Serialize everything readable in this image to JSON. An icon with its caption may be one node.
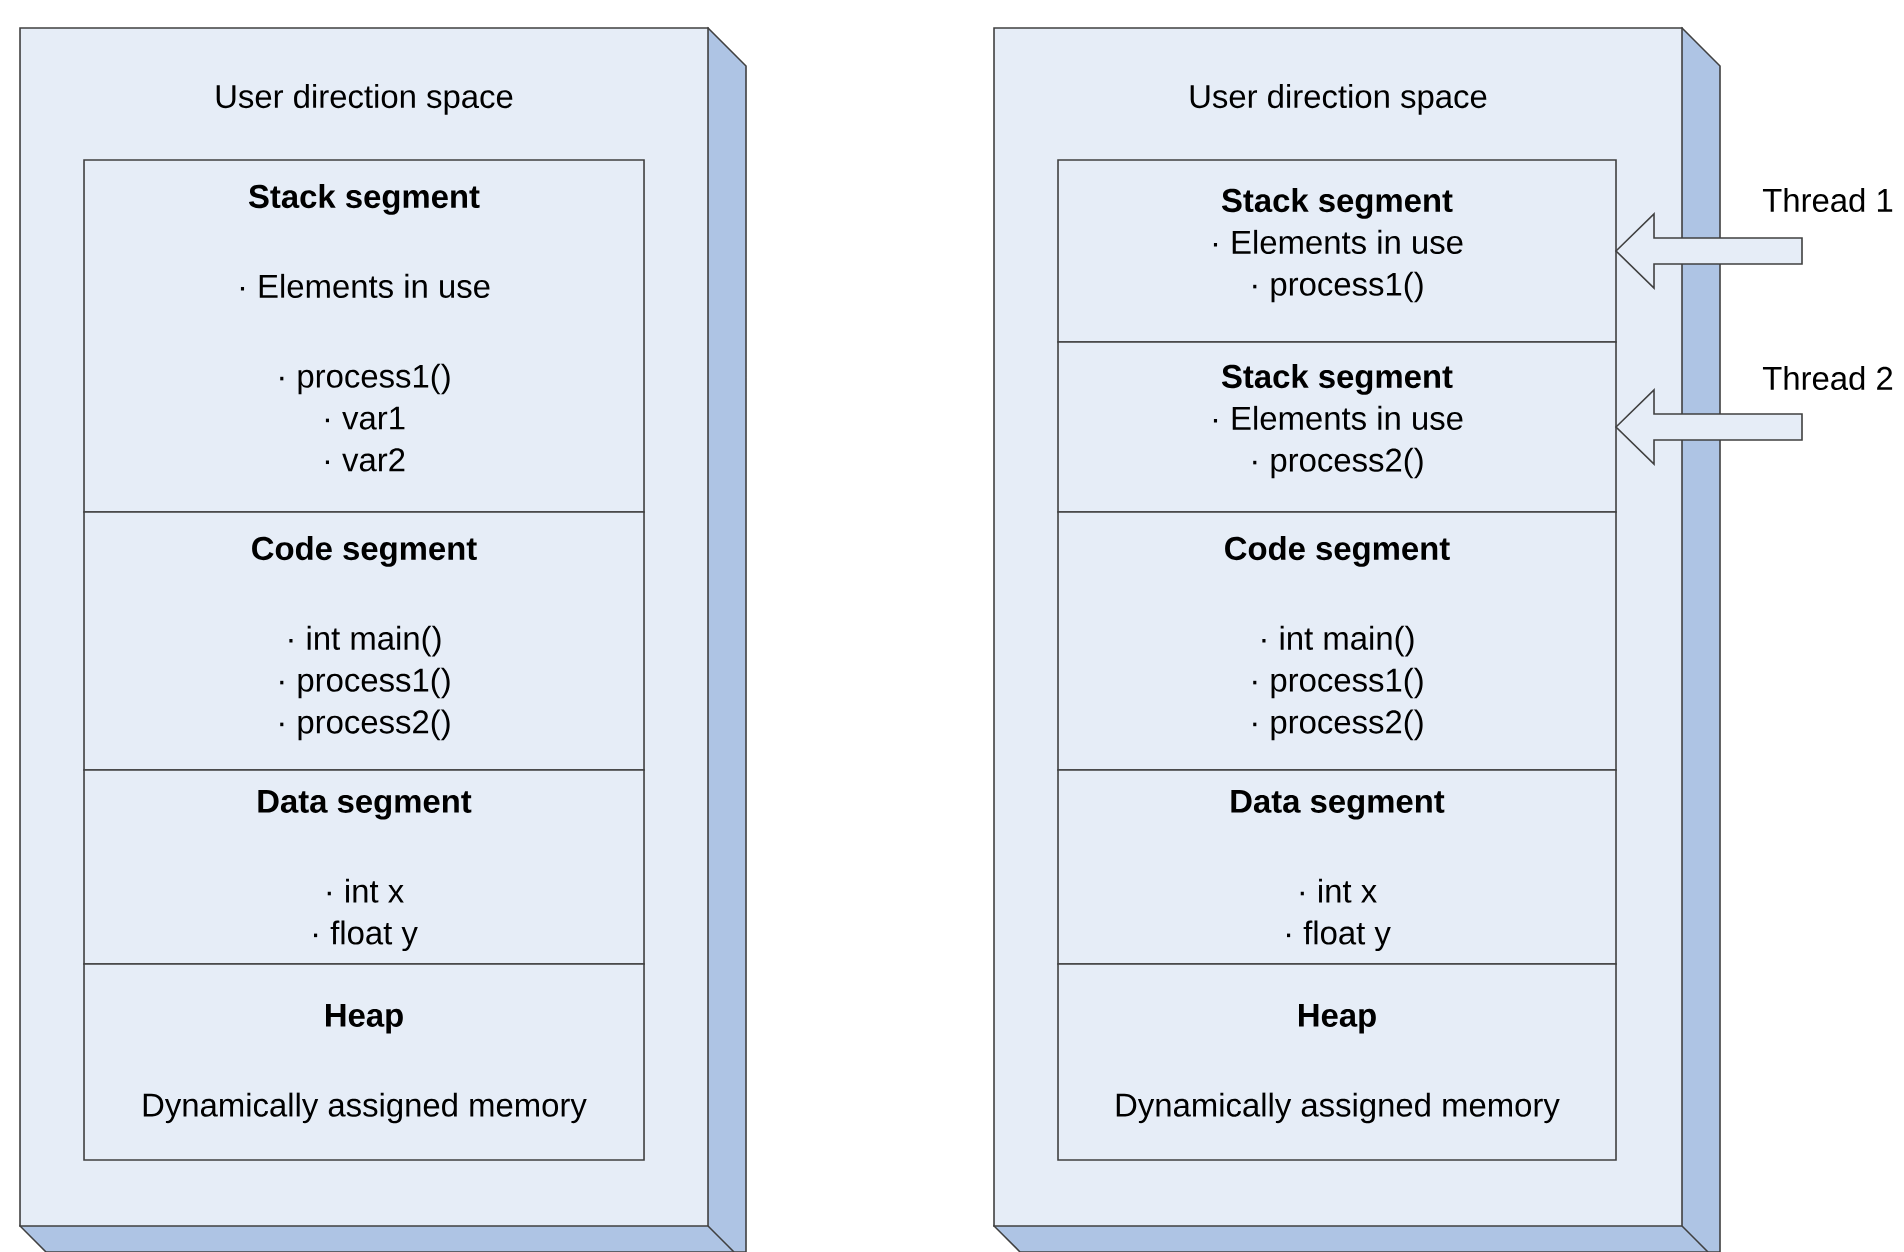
{
  "diagram": {
    "nodes": [
      {
        "text": [
          "User direction space"
        ]
      },
      {
        "text": [
          "Stack segment",
          "· Elements in use",
          "· process1()",
          "· var1",
          "· var2"
        ],
        "in": 0
      },
      {
        "text": [
          "Code segment",
          "· int main()",
          "· process1()",
          "· process2()"
        ],
        "in": 0
      },
      {
        "text": [
          "Data segment",
          "· int x",
          "· float y"
        ],
        "in": 0
      },
      {
        "text": [
          "Heap",
          "Dynamically assigned memory"
        ],
        "in": 0
      },
      {
        "text": [
          "User direction space"
        ]
      },
      {
        "text": [
          "Stack segment",
          "· Elements in use",
          "· process1()"
        ],
        "in": 5
      },
      {
        "text": [
          "Stack segment",
          "· Elements in use",
          "· process2()"
        ],
        "in": 5
      },
      {
        "text": [
          "Code segment",
          "· int main()",
          "· process1()",
          "· process2()"
        ],
        "in": 5
      },
      {
        "text": [
          "Data segment",
          "· int x",
          "· float y"
        ],
        "in": 5
      },
      {
        "text": [
          "Heap",
          "Dynamically assigned memory"
        ],
        "in": 5
      },
      {
        "text": [
          "Thread 1"
        ]
      },
      {
        "text": [
          "Thread 2"
        ]
      }
    ],
    "edges": [
      {
        "from": 11,
        "to": 6,
        "arrow": "to"
      },
      {
        "from": 12,
        "to": 7,
        "arrow": "to"
      }
    ]
  }
}
